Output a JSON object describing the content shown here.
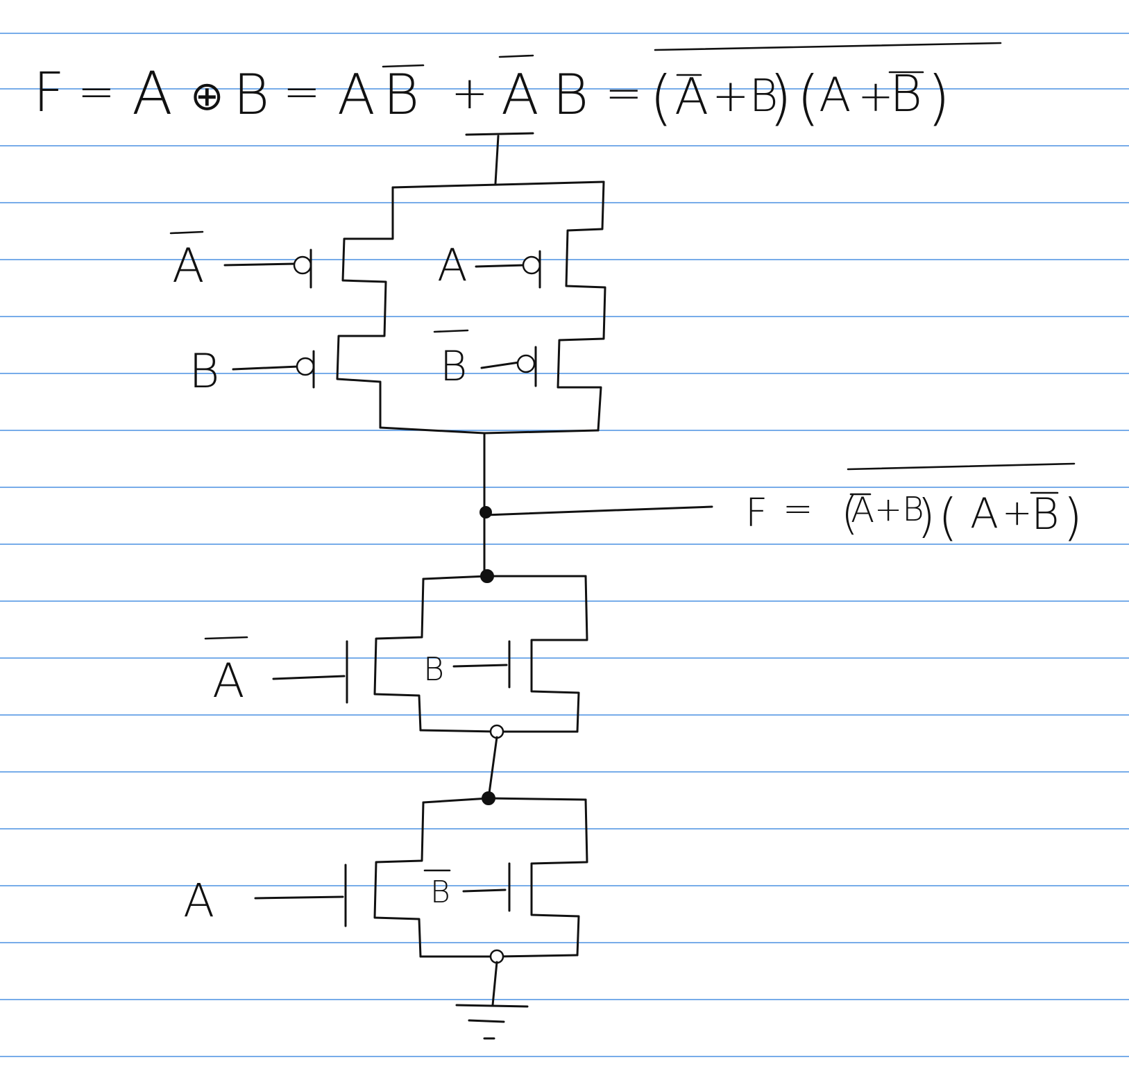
{
  "equation_header": {
    "parts": [
      "F",
      "=",
      "A",
      "⊕",
      "B",
      "=",
      "A",
      "B",
      "+",
      "A",
      "B",
      "=",
      "(",
      "A",
      "+B",
      ")",
      "(",
      "A",
      "+",
      "B",
      ")"
    ]
  },
  "output_equation": {
    "parts": [
      "F",
      "=",
      "(",
      "A",
      "+B",
      ")",
      "(",
      "A",
      "+",
      "B",
      ")"
    ]
  },
  "pmos_labels": {
    "left_top": "A",
    "right_top": "A",
    "left_bottom": "B",
    "right_bottom": "B"
  },
  "nmos_labels": {
    "upper_left": "A",
    "upper_inner": "B",
    "lower_left": "A",
    "lower_inner": "B"
  }
}
